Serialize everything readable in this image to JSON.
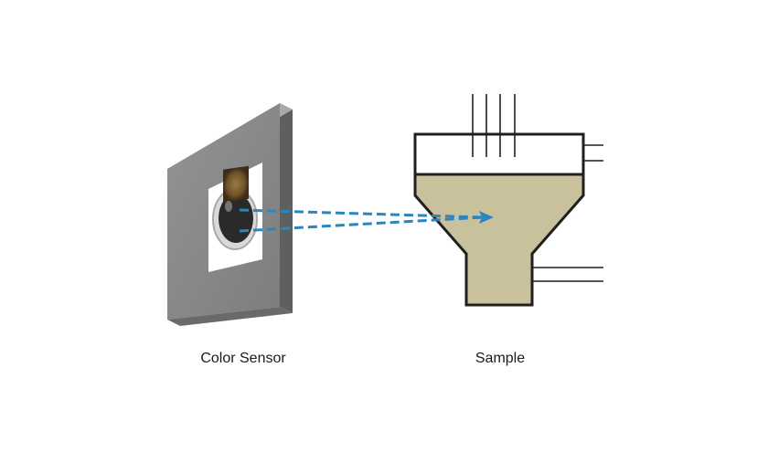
{
  "labels": {
    "sensor": "Color Sensor",
    "sample": "Sample"
  },
  "colors": {
    "sensor_face": "#8c8c8c",
    "sensor_edge": "#6f6f6f",
    "sensor_window": "#ffffff",
    "sensor_chip": "#8a6a3a",
    "beam": "#2a86be",
    "sample_fill": "#c8c19b",
    "outline": "#1f1f1f"
  },
  "icons": {
    "sensor": "color-sensor-module-icon",
    "beam": "dashed-arrow-beam",
    "sample": "sample-hopper-vessel"
  }
}
